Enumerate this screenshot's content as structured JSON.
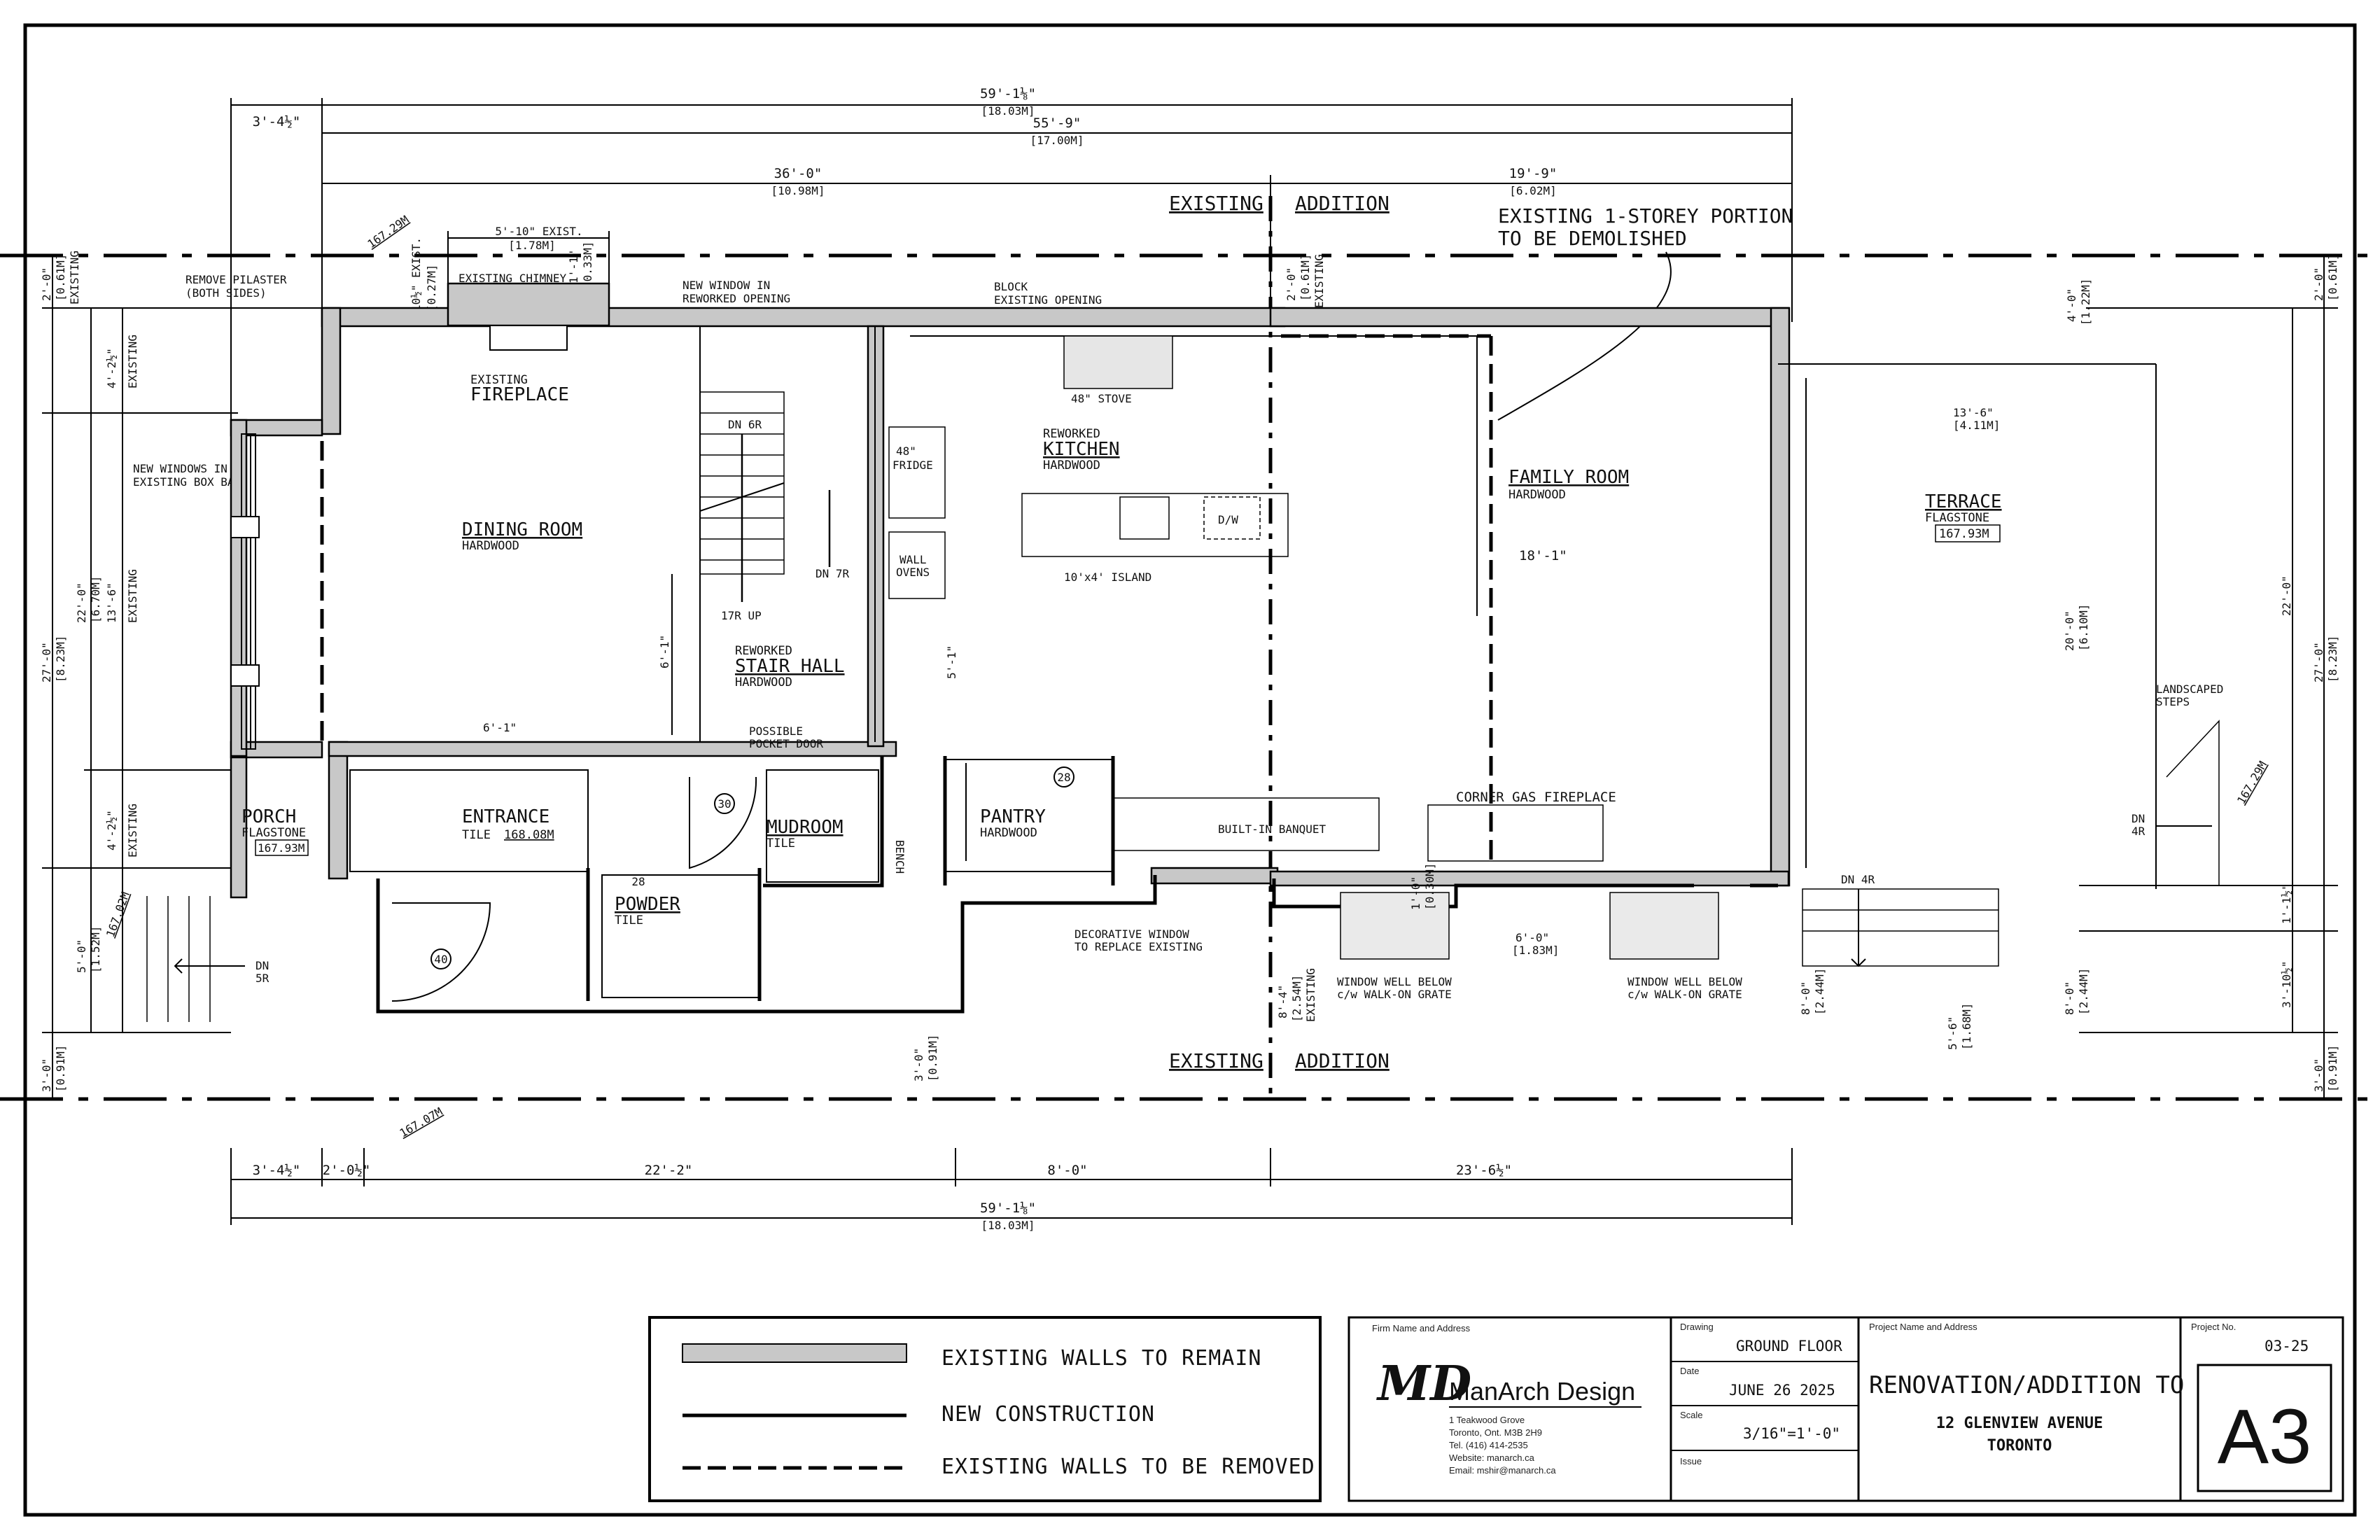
{
  "rooms": {
    "dining": {
      "name": "DINING ROOM",
      "finish": "HARDWOOD"
    },
    "fireplace": {
      "pre": "EXISTING",
      "name": "FIREPLACE"
    },
    "kitchen": {
      "pre": "REWORKED",
      "name": "KITCHEN",
      "finish": "HARDWOOD"
    },
    "family": {
      "name": "FAMILY ROOM",
      "finish": "HARDWOOD"
    },
    "terrace": {
      "name": "TERRACE",
      "finish": "FLAGSTONE",
      "area": "167.93M"
    },
    "stair": {
      "pre": "REWORKED",
      "name": "STAIR HALL",
      "finish": "HARDWOOD"
    },
    "entrance": {
      "name": "ENTRANCE",
      "finish": "TILE",
      "area": "168.08M"
    },
    "mudroom": {
      "name": "MUDROOM",
      "finish": "TILE"
    },
    "pantry": {
      "name": "PANTRY",
      "finish": "HARDWOOD"
    },
    "powder": {
      "name": "POWDER",
      "finish": "TILE"
    },
    "porch": {
      "name": "PORCH",
      "finish": "FLAGSTONE",
      "area": "167.93M"
    }
  },
  "fixtures": {
    "stove": "48\" STOVE",
    "fridge": [
      "48\"",
      "FRIDGE"
    ],
    "wall_ovens": [
      "WALL",
      "OVENS"
    ],
    "island": "10'x4' ISLAND",
    "dw": "D/W",
    "banquet": "BUILT-IN BANQUET",
    "gas_fireplace": "CORNER GAS FIREPLACE",
    "bench": "BENCH",
    "pocket_door": [
      "POSSIBLE",
      "POCKET DOOR"
    ],
    "landscaped_steps": [
      "LANDSCAPED",
      "STEPS"
    ]
  },
  "stairs": {
    "dn6": "DN 6R",
    "dn7": "DN 7R",
    "up17": "17R UP",
    "dn5": [
      "DN",
      "5R"
    ],
    "dn4a": "DN 4R",
    "dn4b": [
      "DN",
      "4R"
    ]
  },
  "door_tags": {
    "d30": "30",
    "d28a": "28",
    "d28b": "28",
    "d40": "40"
  },
  "notes": {
    "existing_top": "EXISTING",
    "addition_top": "ADDITION",
    "existing_bot": "EXISTING",
    "addition_bot": "ADDITION",
    "demolish": [
      "EXISTING 1-STOREY PORTION",
      "TO BE DEMOLISHED"
    ],
    "remove_pilaster": [
      "REMOVE PILASTER",
      "(BOTH SIDES)"
    ],
    "existing_chimney": "EXISTING CHIMNEY",
    "new_window": [
      "NEW WINDOW IN",
      "REWORKED OPENING"
    ],
    "block_opening": [
      "BLOCK",
      "EXISTING OPENING"
    ],
    "new_windows_bay": [
      "NEW WINDOWS IN",
      "EXISTING BOX BAY"
    ],
    "decorative_window": [
      "DECORATIVE WINDOW",
      "TO REPLACE EXISTING"
    ],
    "window_well_1": [
      "WINDOW WELL BELOW",
      "c/w WALK-ON GRATE"
    ],
    "window_well_2": [
      "WINDOW WELL BELOW",
      "c/w WALK-ON GRATE"
    ],
    "existing_word": "EXISTING",
    "elev_top": "167.29M",
    "elev_left": "167.02M",
    "elev_bot": "167.07M",
    "elev_right": "167.29M"
  },
  "dimensions": {
    "overall_top": [
      "59'-1⅛\"",
      "[18.03M]"
    ],
    "overall_55": [
      "55'-9\"",
      "[17.00M]"
    ],
    "top_3_4": "3'-4½\"",
    "top_36": [
      "36'-0\"",
      "[10.98M]"
    ],
    "top_19_9": [
      "19'-9\"",
      "[6.02M]"
    ],
    "chimney": [
      "5'-10\" EXIST.",
      "[1.78M]"
    ],
    "chim_10": [
      "10½\" EXIST.",
      "[0.27M]"
    ],
    "chim_1": [
      "1'-1\"",
      "[0.33M]"
    ],
    "left_2_0": [
      "2'-0\"",
      "[0.61M]"
    ],
    "left_4_2a": "4'-2½\"",
    "left_22": [
      "22'-0\"",
      "[6.70M]"
    ],
    "left_13": "13'-6\"",
    "left_27": [
      "27'-0\"",
      "[8.23M]"
    ],
    "left_4_2b": "4'-2½\"",
    "left_5_0": [
      "5'-0\"",
      "[1.52M]"
    ],
    "left_3_0": [
      "3'-0\"",
      "[0.91M]"
    ],
    "mid_2_0": [
      "2'-0\"",
      "[0.61M]"
    ],
    "mid_6_1a": "6'-1\"",
    "mid_6_1b": "6'-1\"",
    "mid_5_1": "5'-1\"",
    "mid_18_1": "18'-1\"",
    "mid_13_6": [
      "13'-6\"",
      "[4.11M]"
    ],
    "mid_20": [
      "20'-0\"",
      "[6.10M]"
    ],
    "mid_1_0": [
      "1'-0\"",
      "[0.30M]"
    ],
    "mid_6_0": [
      "6'-0\"",
      "[1.83M]"
    ],
    "mid_8_4": [
      "8'-4\"",
      "[2.54M]"
    ],
    "mid_3_0": [
      "3'-0\"",
      "[0.91M]"
    ],
    "mid_8_0a": [
      "8'-0\"",
      "[2.44M]"
    ],
    "mid_5_6": [
      "5'-6\"",
      "[1.68M]"
    ],
    "mid_8_0b": [
      "8'-0\"",
      "[2.44M]"
    ],
    "right_4_0": [
      "4'-0\"",
      "[1.22M]"
    ],
    "right_2_0": [
      "2'-0\"",
      "[0.61M]"
    ],
    "right_22": "22'-0\"",
    "right_27": [
      "27'-0\"",
      "[8.23M]"
    ],
    "right_1_1": "1'-1½\"",
    "right_3_10": "3'-10½\"",
    "right_3_0": [
      "3'-0\"",
      "[0.91M]"
    ],
    "bot_3_4": "3'-4½\"",
    "bot_2_0": "2'-0½\"",
    "bot_22_2": "22'-2\"",
    "bot_8_0": "8'-0\"",
    "bot_23_6": "23'-6½\"",
    "overall_bot": [
      "59'-1⅛\"",
      "[18.03M]"
    ]
  },
  "legend": {
    "existing_remain": "EXISTING WALLS TO REMAIN",
    "new_construction": "NEW CONSTRUCTION",
    "existing_removed": "EXISTING WALLS TO BE REMOVED"
  },
  "title_block": {
    "firm_label": "Firm Name and Address",
    "logo_mark": "MD",
    "firm_name": "ManArch Design",
    "address": [
      "1 Teakwood Grove",
      "Toronto, Ont. M3B 2H9",
      "Tel. (416) 414-2535",
      "Website: manarch.ca",
      "Email: mshir@manarch.ca"
    ],
    "drawing_label": "Drawing",
    "drawing": "GROUND FLOOR",
    "date_label": "Date",
    "date": "JUNE 26 2025",
    "scale_label": "Scale",
    "scale": "3/16\"=1'-0\"",
    "issue_label": "Issue",
    "project_label": "Project Name and Address",
    "project_title": "RENOVATION/ADDITION TO",
    "project_addr1": "12 GLENVIEW AVENUE",
    "project_addr2": "TORONTO",
    "project_no_label": "Project No.",
    "project_no": "03-25",
    "sheet": "A3"
  }
}
